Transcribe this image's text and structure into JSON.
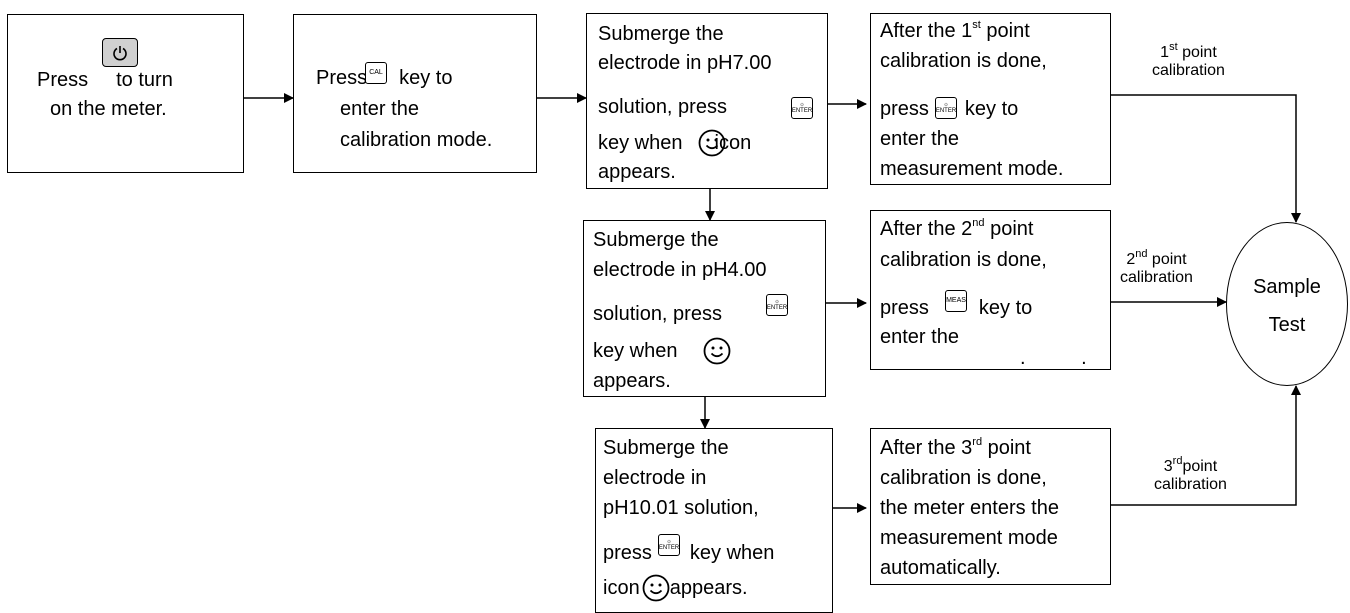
{
  "step1": {
    "line1_a": "Press",
    "line1_b": "to turn",
    "line2": "on the meter.",
    "key_icon": "power-icon"
  },
  "step2": {
    "line1_a": "Press",
    "line1_b": "key to",
    "line2": "enter the",
    "line3": "calibration mode.",
    "key_label": "CAL"
  },
  "step3": {
    "line1": "Submerge the",
    "line2": "electrode in pH7.00",
    "line3": "solution, press",
    "line4_a": "key when",
    "line4_b": "icon",
    "line5": "appears.",
    "key_label": "ENTER"
  },
  "step4": {
    "line1_a": "After the 1",
    "line1_sup": "st",
    "line1_b": " point",
    "line2": "calibration is done,",
    "line3_a": "press",
    "line3_b": "key to",
    "line4": "enter the",
    "line5": "measurement mode.",
    "key_label": "ENTER"
  },
  "step5": {
    "line1": "Submerge the",
    "line2": "electrode in pH4.00",
    "line3": "solution, press",
    "line4": "key when",
    "line5": "appears.",
    "key_label": "ENTER"
  },
  "step6": {
    "line1_a": "After the 2",
    "line1_sup": "nd",
    "line1_b": " point",
    "line2": "calibration is done,",
    "line3_a": "press",
    "line3_b": "key to",
    "line4": "enter the",
    "line5": ".          .",
    "key_label": "MEAS"
  },
  "step7": {
    "line1": "Submerge the",
    "line2": "electrode in",
    "line3": "pH10.01 solution,",
    "line4_a": "press",
    "line4_b": "key when",
    "line5_a": "icon",
    "line5_b": "appears.",
    "key_label": "ENTER"
  },
  "step8": {
    "line1_a": "After the 3",
    "line1_sup": "rd",
    "line1_b": " point",
    "line2": "calibration is done,",
    "line3": "the meter enters the",
    "line4": "measurement mode",
    "line5": "automatically."
  },
  "labels": {
    "cal1_num": "1",
    "cal1_sup": "st",
    "cal1_a": " point",
    "cal1_b": "calibration",
    "cal2_num": "2",
    "cal2_sup": "nd",
    "cal2_a": " point",
    "cal2_b": "calibration",
    "cal3_num": "3",
    "cal3_sup": "rd",
    "cal3_a": "point",
    "cal3_b": "calibration"
  },
  "sample": {
    "line1": "Sample",
    "line2": "Test"
  }
}
